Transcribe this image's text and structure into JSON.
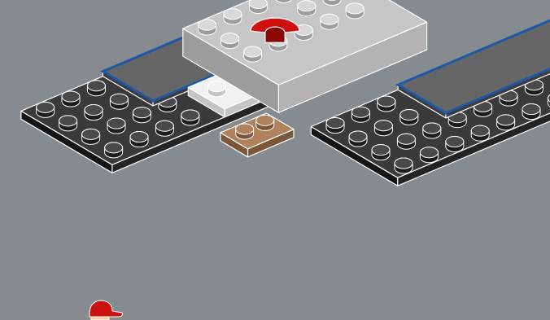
{
  "scene": {
    "background_color": "#858b8e",
    "colors": {
      "baseplate_top": "#3a3a3a",
      "baseplate_side": "#151515",
      "baseplate_front": "#242424",
      "outline": "#ffffff",
      "stud_top": "#4a4a4a",
      "stud_side": "#1c1c1c",
      "tile_dark": "#666666",
      "tile_dark_side": "#3c3c3c",
      "highlight_outline": "#1d57a8",
      "light_gray_top": "#c6c6c6",
      "light_gray_side": "#9c9c9c",
      "light_gray_front": "#b3b3b3",
      "light_stud": "#d8d8d8",
      "white_plate": "#f1f1f1",
      "white_plate_side": "#c4c4c4",
      "tan_plate": "#b0825b",
      "tan_plate_side": "#7b5638",
      "red_part": "#d10f0f",
      "red_part_dark": "#8a0808",
      "cap_red": "#cc1111",
      "skin": "#f6cc9d"
    },
    "parts": [
      {
        "name": "baseplate-back",
        "color": "dark-gray"
      },
      {
        "name": "baseplate-front",
        "color": "dark-gray"
      },
      {
        "name": "tile-row-back",
        "color": "dark-gray",
        "highlighted": true
      },
      {
        "name": "tile-row-front",
        "color": "dark-gray",
        "highlighted": true
      },
      {
        "name": "white-plate",
        "color": "white"
      },
      {
        "name": "tan-plate",
        "color": "tan"
      },
      {
        "name": "light-gray-brick",
        "color": "light-gray"
      },
      {
        "name": "red-quarter-round",
        "color": "red"
      },
      {
        "name": "minifig-head",
        "color": "red-cap"
      }
    ]
  }
}
